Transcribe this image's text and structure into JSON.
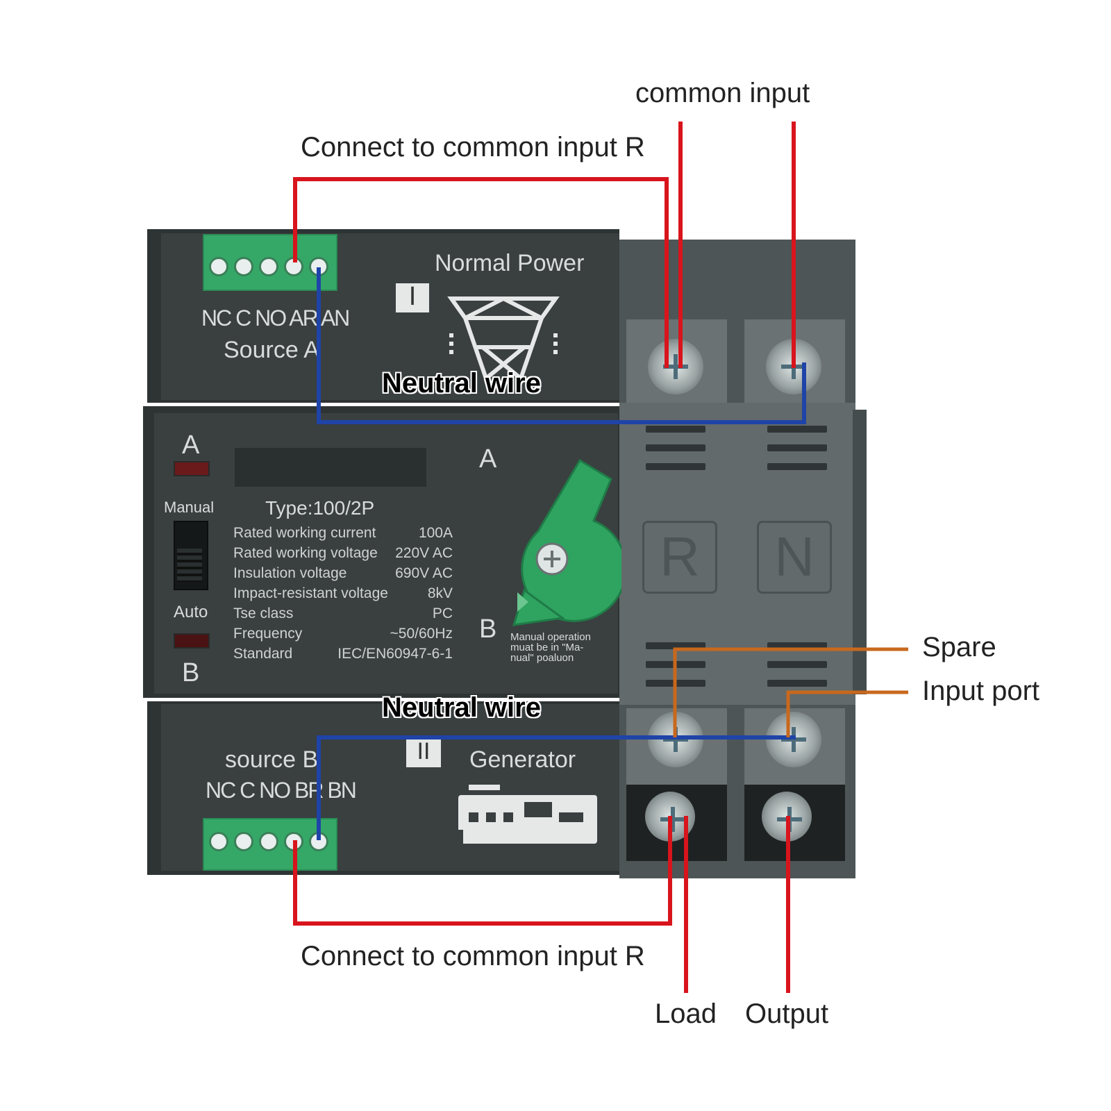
{
  "callouts": {
    "common_input": "common input",
    "connect_top": "Connect to common input R",
    "connect_bottom": "Connect to common input R",
    "neutral_top": "Neutral wire",
    "neutral_bottom": "Neutral wire",
    "spare": "Spare",
    "input_port": "Input port",
    "load": "Load",
    "output": "Output"
  },
  "device": {
    "top": {
      "terminals": "NC C NO AR AN",
      "source": "Source A",
      "normal_power": "Normal Power",
      "roman": "I"
    },
    "middle": {
      "indicator_a": "A",
      "indicator_b": "B",
      "manual": "Manual",
      "auto": "Auto",
      "type": "Type:100/2P",
      "handle_a": "A",
      "handle_b": "B",
      "manual_note": "Manual operation muat be in \"Ma- nual\" poaluon",
      "specs": [
        {
          "name": "Rated working current",
          "value": "100A"
        },
        {
          "name": "Rated working voltage",
          "value": "220V AC"
        },
        {
          "name": "Insulation voltage",
          "value": "690V AC"
        },
        {
          "name": "Impact-resistant voltage",
          "value": "8kV"
        },
        {
          "name": "Tse class",
          "value": "PC"
        },
        {
          "name": "Frequency",
          "value": "~50/60Hz"
        },
        {
          "name": "Standard",
          "value": "IEC/EN60947-6-1"
        }
      ],
      "r_label": "R",
      "n_label": "N"
    },
    "bottom": {
      "source": "source B",
      "terminals": "NC C NO BR BN",
      "roman": "II",
      "generator": "Generator"
    }
  },
  "colors": {
    "red_wire": "#d8141c",
    "blue_wire": "#1f44a8",
    "orange_wire": "#c8681e",
    "handle_green": "#2fa360"
  }
}
